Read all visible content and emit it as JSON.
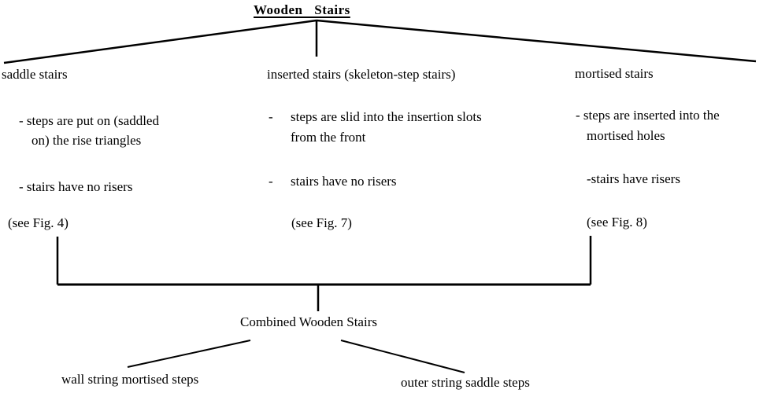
{
  "title": "Wooden Stairs",
  "categories": [
    {
      "name": "saddle stairs",
      "points": [
        [
          "- steps are put on (saddled",
          "on) the rise triangles"
        ],
        [
          "- stairs have no risers"
        ]
      ],
      "reference": "(see Fig. 4)"
    },
    {
      "name": "inserted stairs (skeleton-step stairs)",
      "points": [
        [
          "steps are slid into the insertion slots",
          "from the front"
        ],
        [
          "stairs have no risers"
        ]
      ],
      "reference": "(see Fig. 7)"
    },
    {
      "name": "mortised stairs",
      "points": [
        [
          "- steps are inserted into the",
          "mortised holes"
        ],
        [
          "-stairs have risers"
        ]
      ],
      "reference": "(see Fig. 8)"
    }
  ],
  "dash_symbol": "-",
  "combined": {
    "title": "Combined Wooden Stairs",
    "variants": [
      "wall string mortised steps",
      "outer string saddle steps"
    ]
  },
  "colors": {
    "ink": "#000000",
    "background": "#ffffff"
  }
}
